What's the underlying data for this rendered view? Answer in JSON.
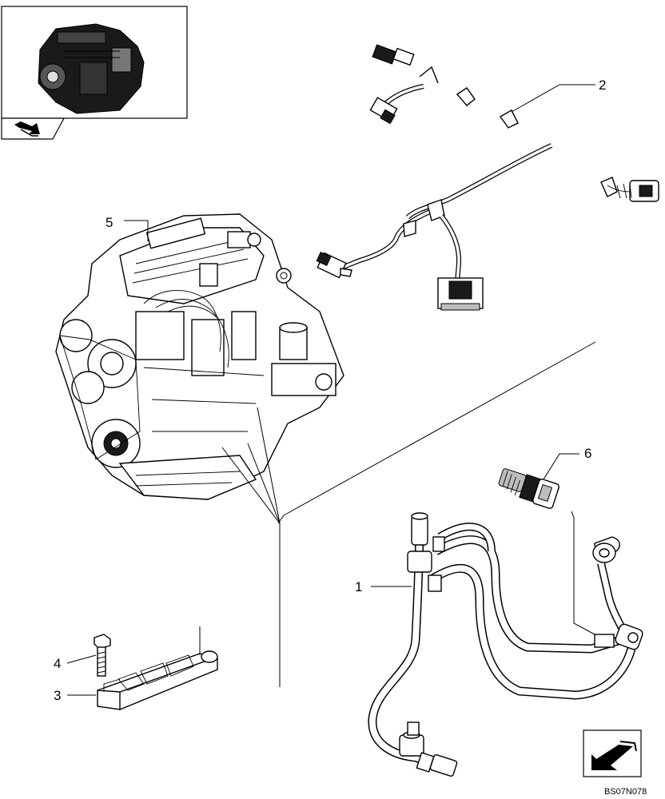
{
  "figure_code": "BS07N078",
  "callouts": [
    {
      "id": "1",
      "text": "1"
    },
    {
      "id": "2",
      "text": "2"
    },
    {
      "id": "3",
      "text": "3"
    },
    {
      "id": "4",
      "text": "4"
    },
    {
      "id": "5",
      "text": "5"
    },
    {
      "id": "6",
      "text": "6"
    }
  ],
  "icons": {
    "thumbnail": "engine-thumbnail-icon",
    "back": "back-arrow-icon",
    "next": "next-page-arrow-icon"
  }
}
